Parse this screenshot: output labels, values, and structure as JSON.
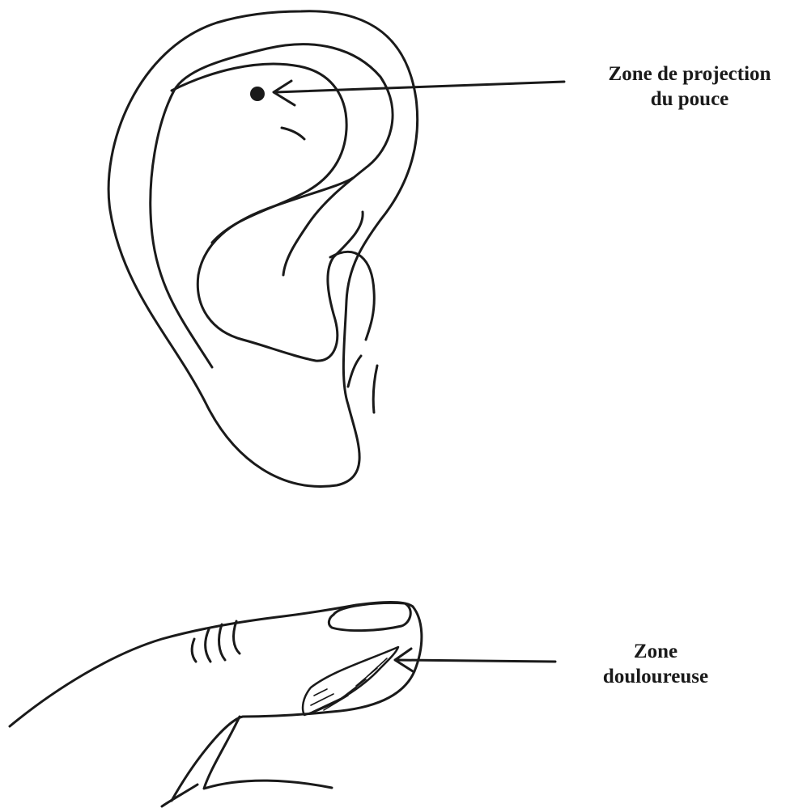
{
  "annotations": {
    "thumb_projection": {
      "line1": "Zone de projection",
      "line2": "du pouce"
    },
    "painful_zone": {
      "line1": "Zone",
      "line2": "douloureuse"
    }
  },
  "colors": {
    "ink": "#1a1a1a",
    "background": "#ffffff"
  }
}
